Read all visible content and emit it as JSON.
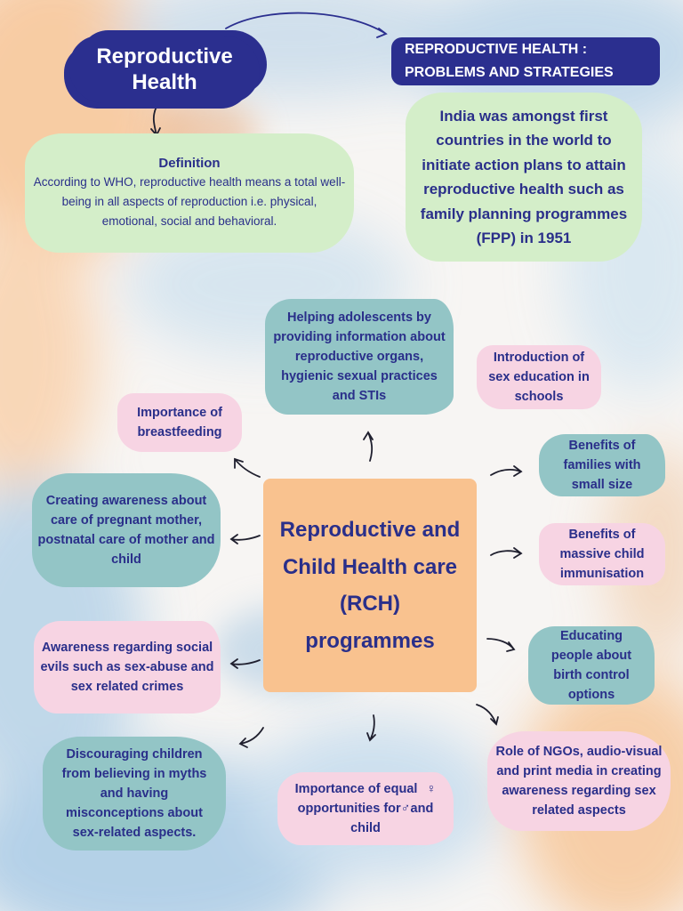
{
  "top": {
    "title": "Reproductive Health",
    "subtitle": "REPRODUCTIVE HEALTH : PROBLEMS AND STRATEGIES"
  },
  "definition": {
    "heading": "Definition",
    "text": "According to WHO, reproductive health means a total well-being in all aspects of reproduction i.e. physical, emotional, social and behavioral."
  },
  "india": {
    "text": "India was amongst first countries in the world to initiate action plans to attain reproductive health such as family planning programmes (FPP) in 1951"
  },
  "center": {
    "title": "Reproductive and Child Health care (RCH) programmes"
  },
  "items": {
    "adolescents": "Helping adolescents by providing information about reproductive organs, hygienic sexual practices and STIs",
    "sex_education": "Introduction of sex education in schools",
    "breastfeeding": "Importance of breastfeeding",
    "small_families": "Benefits of families with small size",
    "pregnant_care": "Creating awareness about care of pregnant mother, postnatal care of mother and child",
    "immunisation": "Benefits of massive child immunisation",
    "social_evils": "Awareness regarding social evils such as sex-abuse and sex related crimes",
    "birth_control": "Educating people about birth control options",
    "myths": "Discouraging children from believing in myths and having misconceptions about sex-related aspects.",
    "equal_opportunities_a": "Importance of equal",
    "female_symbol": "♀",
    "equal_opportunities_b": "opportunities for",
    "male_symbol": "♂",
    "equal_opportunities_c": "and child",
    "ngos": "Role of NGOs, audio-visual and print media in creating awareness regarding sex related aspects"
  },
  "colors": {
    "navy": "#2b2f8f",
    "green": "#d4eec9",
    "teal": "#93c5c6",
    "pink": "#f7d4e3",
    "peach": "#f9c28f"
  }
}
